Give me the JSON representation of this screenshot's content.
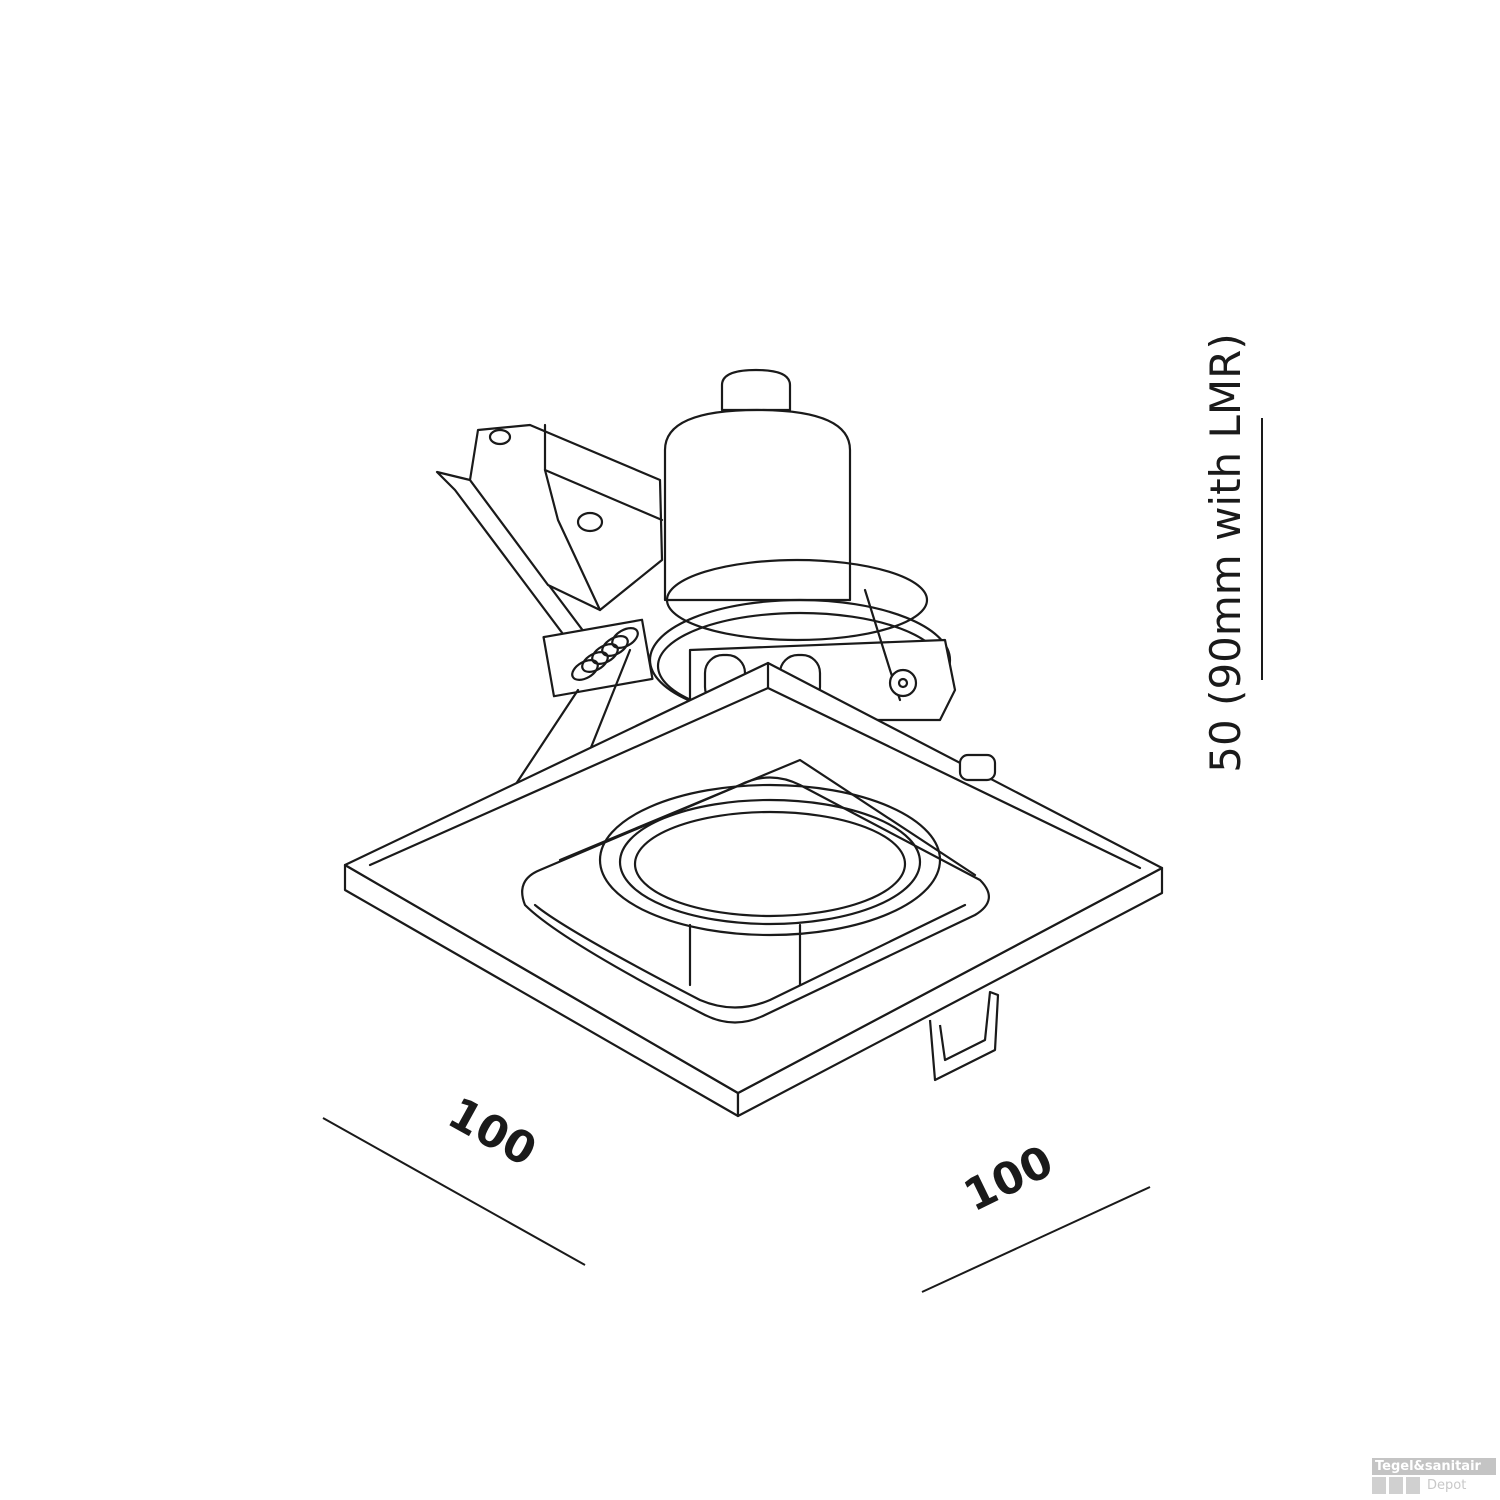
{
  "dimensions": {
    "width_label": "100",
    "depth_label": "100",
    "height_label": "50 (90mm with LMR)"
  },
  "watermark": {
    "line1": "Tegel&sanitair",
    "line2": "Depot"
  }
}
